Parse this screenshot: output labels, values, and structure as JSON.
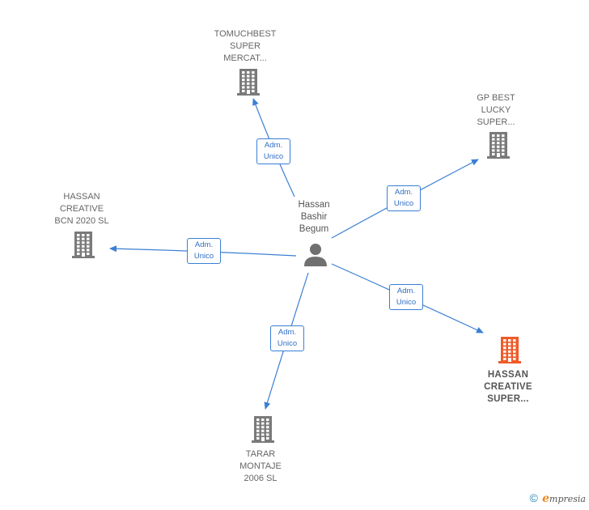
{
  "center": {
    "label": "Hassan\nBashir\nBegum",
    "icon": "person-icon"
  },
  "companies": [
    {
      "id": "tomuchbest",
      "label": "TOMUCHBEST\nSUPER\nMERCAT...",
      "highlight": false
    },
    {
      "id": "gpbest",
      "label": "GP BEST\nLUCKY\nSUPER...",
      "highlight": false
    },
    {
      "id": "hassan-bcn",
      "label": "HASSAN\nCREATIVE\nBCN 2020  SL",
      "highlight": false
    },
    {
      "id": "hassan-super",
      "label": "HASSAN\nCREATIVE\nSUPER...",
      "highlight": true
    },
    {
      "id": "tarar",
      "label": "TARAR\nMONTAJE\n2006  SL",
      "highlight": false
    }
  ],
  "edges": [
    {
      "to": "tomuchbest",
      "label": "Adm.\nUnico"
    },
    {
      "to": "gpbest",
      "label": "Adm.\nUnico"
    },
    {
      "to": "hassan-bcn",
      "label": "Adm.\nUnico"
    },
    {
      "to": "hassan-super",
      "label": "Adm.\nUnico"
    },
    {
      "to": "tarar",
      "label": "Adm.\nUnico"
    }
  ],
  "colors": {
    "edge": "#3a7fd5",
    "building": "#7a7a7a",
    "highlight_building": "#f05a28",
    "person": "#707070"
  },
  "footer": {
    "copyright": "©",
    "brand_initial": "e",
    "brand_rest": "mpresia"
  }
}
